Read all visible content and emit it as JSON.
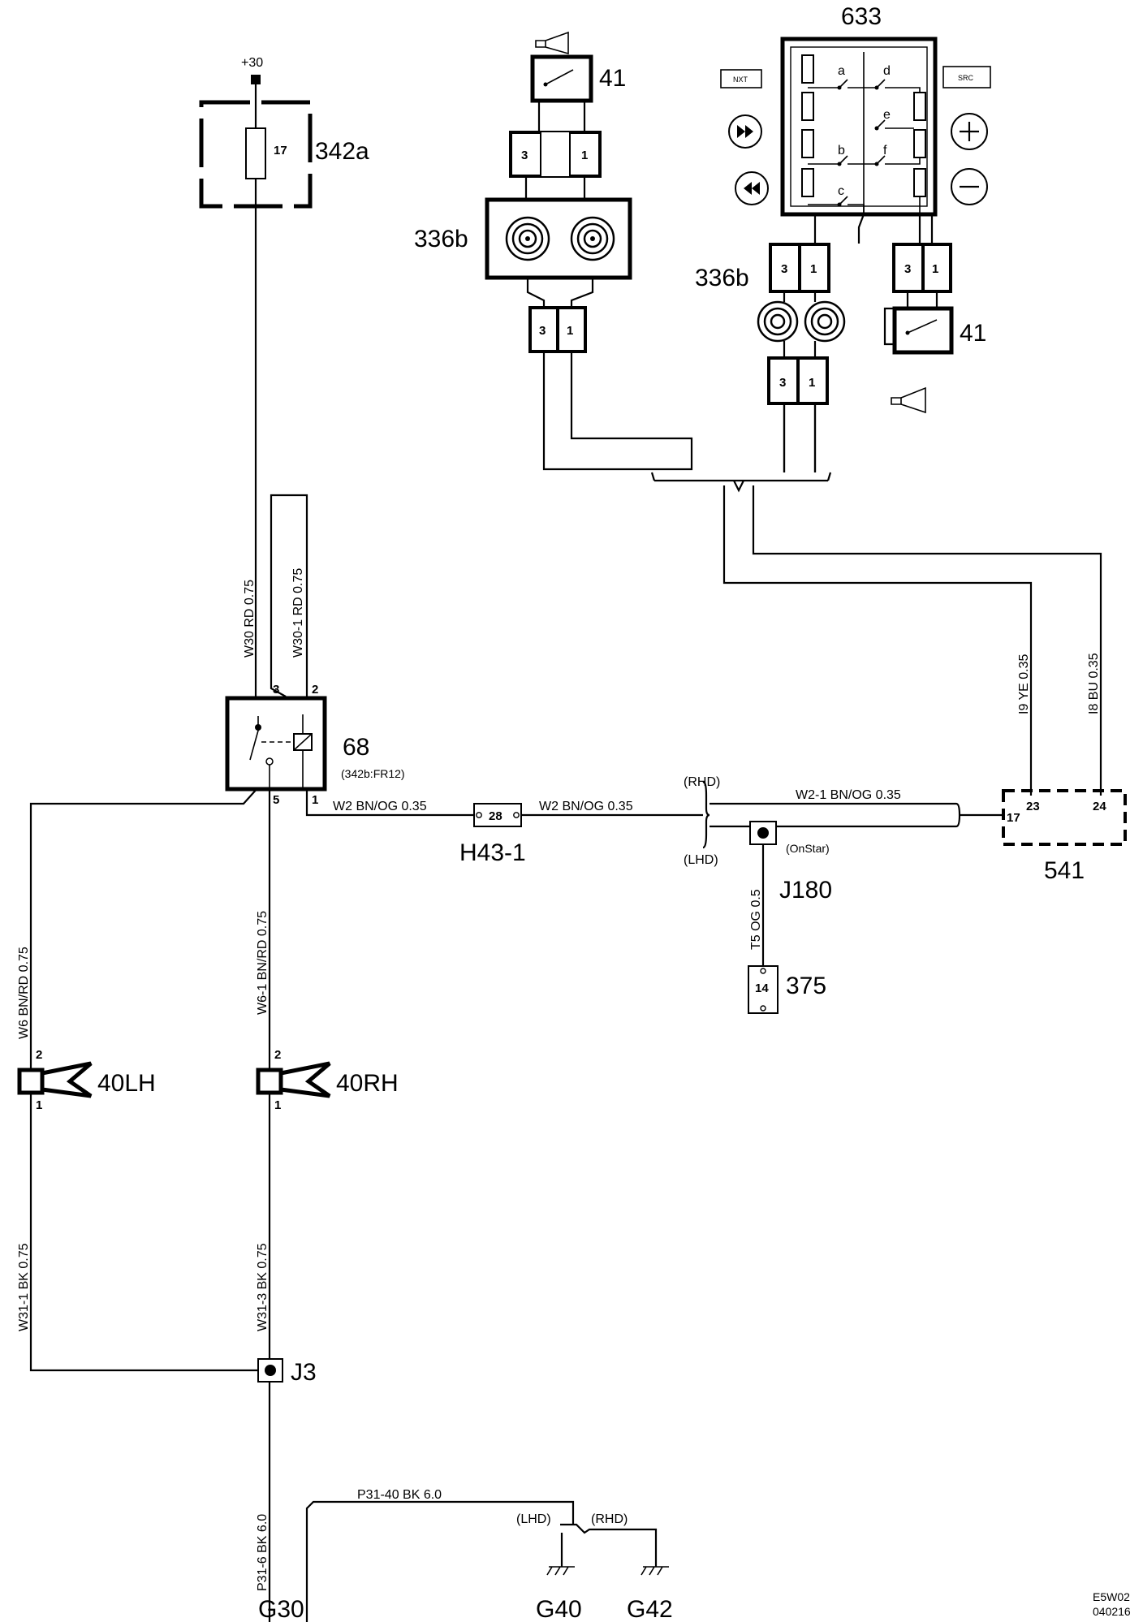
{
  "supply": {
    "terminal": "+30"
  },
  "fuse_box": {
    "id": "342a",
    "fuse": "17"
  },
  "relay": {
    "id": "68",
    "location": "(342b:FR12)",
    "pin3": "3",
    "pin2": "2",
    "pin5": "5",
    "pin1": "1"
  },
  "wires": {
    "w30": "W30  RD  0.75",
    "w30_1": "W30-1  RD  0.75",
    "w6": "W6  BN/RD 0.75",
    "w6_1": "W6-1  BN/RD 0.75",
    "w31_1": "W31-1 BK   0.75",
    "w31_3": "W31-3  BK   0.75",
    "p31_6": "P31-6  BK   6.0",
    "p31_40": "P31-40   BK    6.0",
    "w2_a": "W2  BN/OG  0.35",
    "w2_b": "W2  BN/OG  0.35",
    "w2_1": "W2-1  BN/OG  0.35",
    "t5": "T5   OG   0.5",
    "i9": "I9   YE   0.35",
    "i8": "I8   BU   0.35"
  },
  "connector_h43": {
    "id": "H43-1",
    "pin": "28"
  },
  "splice_j180": {
    "id": "J180",
    "note": "(OnStar)"
  },
  "splice_j3": {
    "id": "J3"
  },
  "connector_375": {
    "id": "375",
    "pin": "14"
  },
  "variants": {
    "rhd": "(RHD)",
    "lhd": "(LHD)"
  },
  "module_541": {
    "id": "541",
    "pin17": "17",
    "pin23": "23",
    "pin24": "24"
  },
  "horns": {
    "lh": "40LH",
    "rh": "40RH",
    "pin_top": "2",
    "pin_bottom": "1"
  },
  "grounds": {
    "g30": "G30",
    "g40": "G40",
    "g42": "G42"
  },
  "switch_41": {
    "id": "41"
  },
  "clockspring": {
    "id": "336b",
    "pin3": "3",
    "pin1": "1"
  },
  "steering_switches": {
    "id": "633",
    "nxt": "NXT",
    "src": "SRC",
    "switch_labels": [
      "a",
      "b",
      "c",
      "d",
      "e",
      "f"
    ]
  },
  "footer": {
    "code1": "E5W02",
    "code2": "040216"
  }
}
